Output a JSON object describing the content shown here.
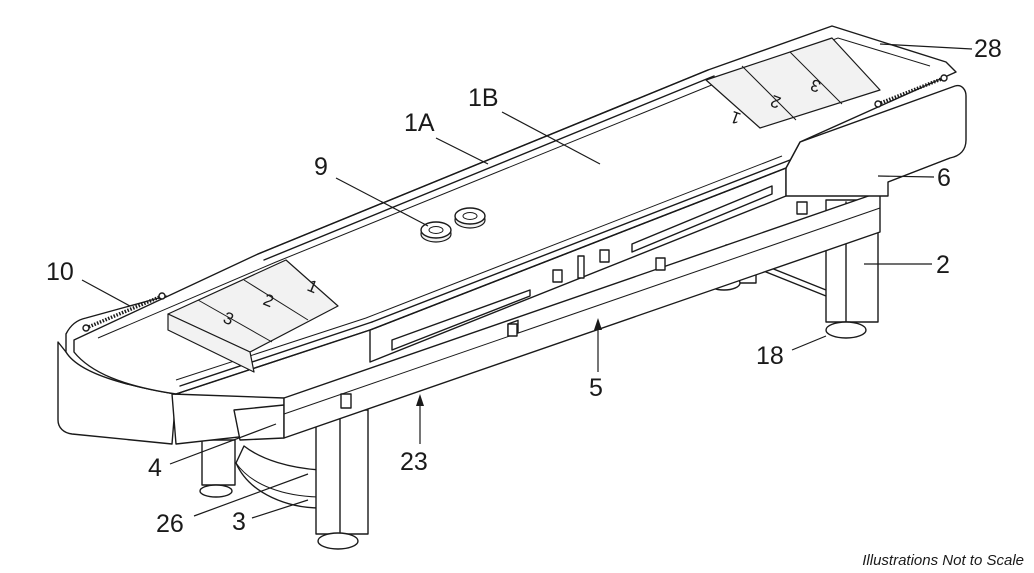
{
  "callouts": {
    "c28": "28",
    "c1B": "1B",
    "c1A": "1A",
    "c9": "9",
    "c6": "6",
    "c10": "10",
    "c2": "2",
    "c18": "18",
    "c5": "5",
    "c23": "23",
    "c4": "4",
    "c26": "26",
    "c3": "3"
  },
  "scoring_zones": {
    "near": [
      "1",
      "2",
      "3"
    ],
    "far": [
      "1",
      "2",
      "3"
    ]
  },
  "footer_note": "Illustrations Not to Scale"
}
